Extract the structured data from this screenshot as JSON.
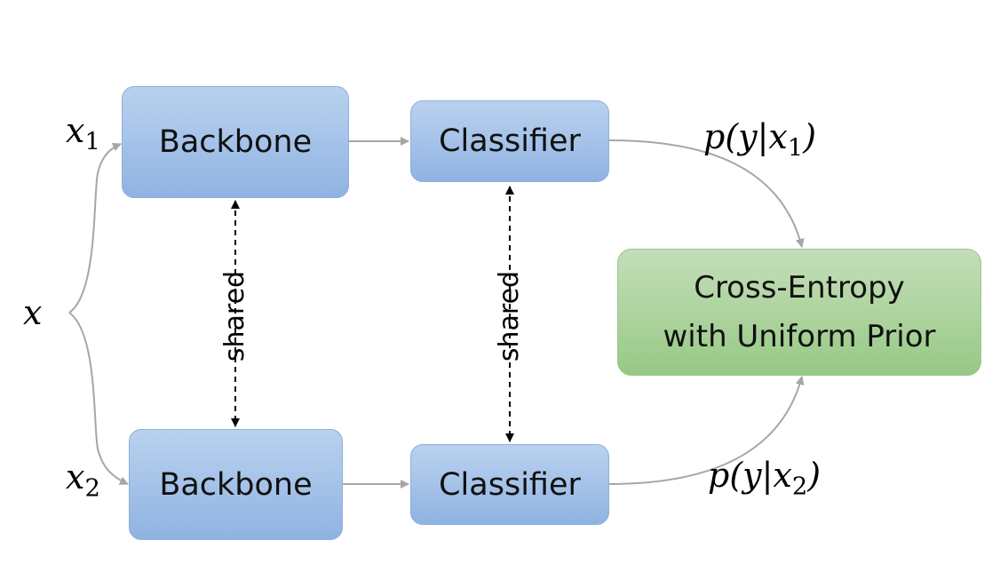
{
  "inputs": {
    "x": "x",
    "x1_base": "x",
    "x1_sub": "1",
    "x2_base": "x",
    "x2_sub": "2"
  },
  "boxes": {
    "backbone_top": "Backbone",
    "classifier_top": "Classifier",
    "backbone_bottom": "Backbone",
    "classifier_bottom": "Classifier",
    "loss_line1": "Cross-Entropy",
    "loss_line2": "with Uniform Prior"
  },
  "outputs": {
    "p1_prefix": "p(y|x",
    "p1_sub": "1",
    "p1_suffix": ")",
    "p2_prefix": "p(y|x",
    "p2_sub": "2",
    "p2_suffix": ")"
  },
  "shared_labels": [
    "shared",
    "shared"
  ],
  "colors": {
    "box_blue": "#a3c1e8",
    "box_green": "#acd39c",
    "arrow_gray": "#a6a6a6",
    "dashed_black": "#000000"
  }
}
